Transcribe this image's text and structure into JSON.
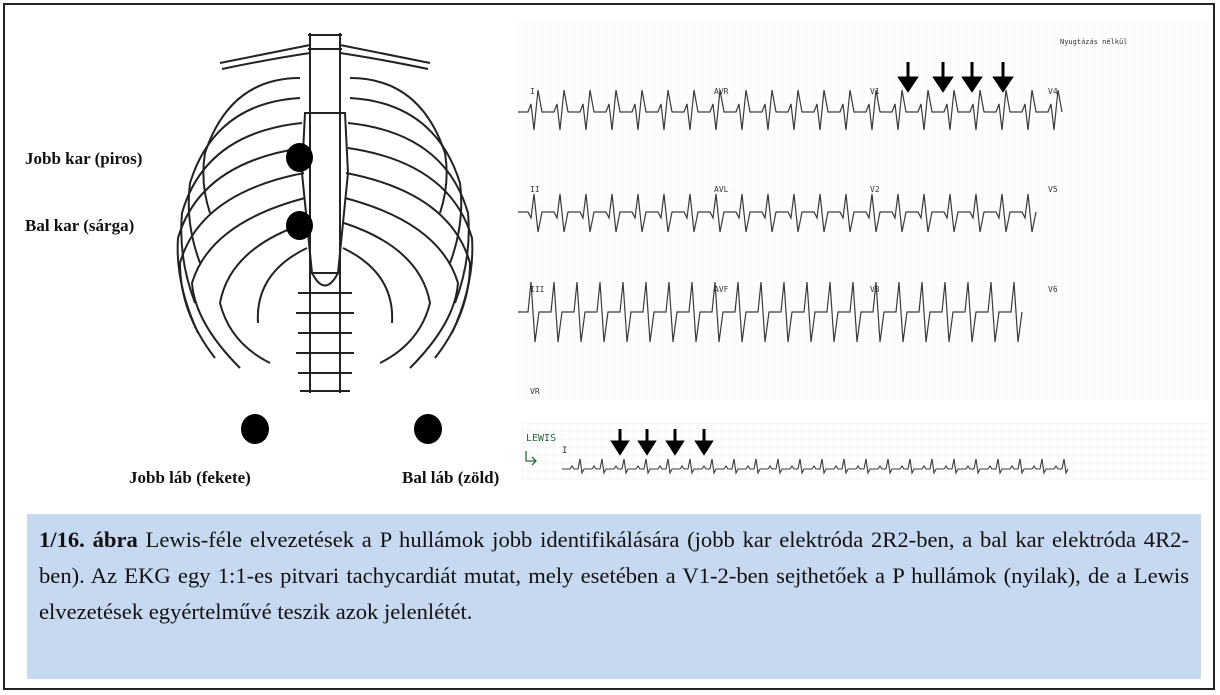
{
  "labels": {
    "right_arm": "Jobb kar (piros)",
    "left_arm": "Bal kar (sárga)",
    "right_leg": "Jobb láb (fekete)",
    "left_leg": "Bal láb (zöld)"
  },
  "ecg": {
    "note": "Nyugtázás nélkül",
    "leads": [
      "I",
      "AVR",
      "V1",
      "V4",
      "II",
      "AVL",
      "V2",
      "V5",
      "III",
      "AVF",
      "V3",
      "V6",
      "VR"
    ],
    "lewis_label": "LEWIS",
    "lewis_lead": "I"
  },
  "caption": {
    "title": "1/16. ábra",
    "text": " Lewis-féle elvezetések a P hullámok jobb identifikálására (jobb kar elektróda 2R2-ben, a bal kar elektróda 4R2-ben). Az EKG egy 1:1-es pitvari tachycardiát mutat, mely esetében a V1-2-ben sejthetőek a P hullámok (nyilak), de a Lewis elvezetések egyértelművé teszik azok jelenlétét."
  },
  "colors": {
    "caption_bg": "#c6d9f1",
    "ink": "#111111",
    "ecg_grid": "#d8dde4"
  }
}
